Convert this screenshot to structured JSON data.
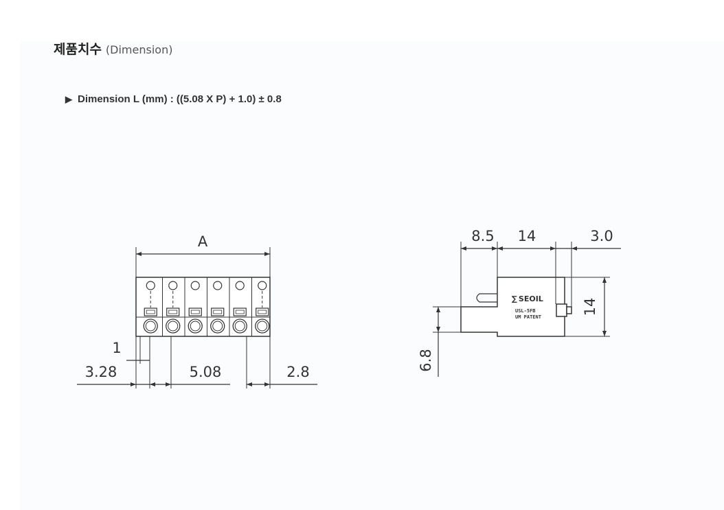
{
  "header": {
    "title": "제품치수",
    "subtitle": "(Dimension)"
  },
  "spec": {
    "bullet_icon": "triangle-right-icon",
    "formula": "Dimension L (mm) : ((5.08 X P) + 1.0) ± 0.8"
  },
  "front_view": {
    "dim_overall": "A",
    "dim_pin_offset": "1",
    "dim_left": "3.28",
    "dim_pitch": "5.08",
    "dim_right": "2.8",
    "pin_count": 6
  },
  "side_view": {
    "dim_top_left": "8.5",
    "dim_top_mid": "14",
    "dim_top_right": "3.0",
    "dim_height": "14",
    "dim_base": "6.8",
    "brand_label": "SEOIL",
    "model_label": "USL-5FB",
    "patent_label": "UM PATENT"
  },
  "colors": {
    "line": "#333333",
    "panel": "#fbfcfd"
  }
}
